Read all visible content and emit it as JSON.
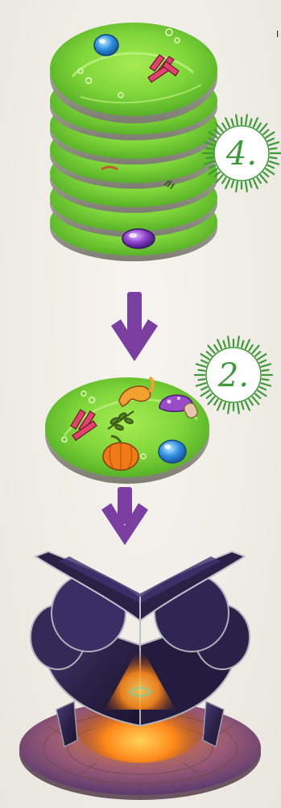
{
  "badges": {
    "stack_count": "4.",
    "plate_count": "2."
  },
  "edge_mark": "I",
  "colors": {
    "slime_green": "#7fd63a",
    "slime_green_dark": "#4faa22",
    "plate_edge": "#9a9a8e",
    "arrow_purple": "#7a3fa0",
    "badge_green": "#3f9a3a",
    "cauldron_dark": "#2b2146",
    "fire_orange": "#ff8a1a"
  },
  "icons": {
    "stack_top": [
      "blue-gem-icon",
      "pink-fungus-icon"
    ],
    "stack_bottom": [
      "purple-gem-icon"
    ],
    "plate": [
      "pink-fungus-icon",
      "salamander-icon",
      "herb-sprig-icon",
      "purple-mushroom-icon",
      "pumpkin-icon",
      "blue-gem-icon"
    ]
  }
}
